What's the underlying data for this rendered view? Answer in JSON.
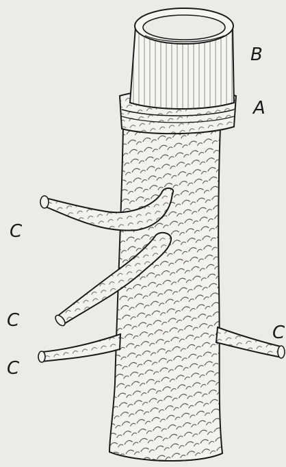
{
  "labels": {
    "b": "B",
    "a": "A",
    "c1": "C",
    "c2": "C",
    "c3": "C",
    "c4": "C"
  },
  "colors": {
    "ink": "#1a1a1a",
    "paper": "#ecebe8",
    "tube_fill": "#f3f2ef"
  }
}
